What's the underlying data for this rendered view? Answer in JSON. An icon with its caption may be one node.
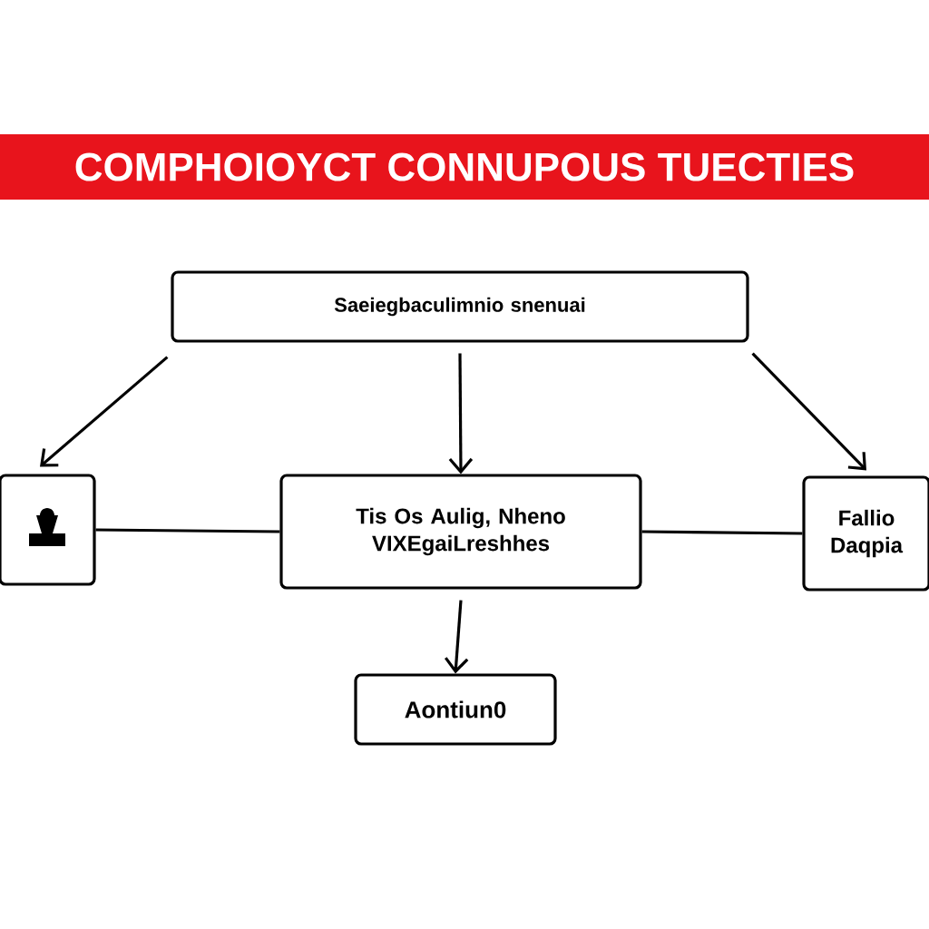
{
  "diagram": {
    "title": "COMPHOIOYCT CONNUPOUS TUECTIES",
    "nodes": [
      {
        "text": [
          "Saeiegbaculimnio snenuai"
        ]
      },
      {
        "text": [],
        "shape": "box"
      },
      {
        "text": [
          "Tis Os Aulig, Nheno VIXEgaiLreshhes"
        ]
      },
      {
        "text": [
          "Fallio Daqpia"
        ]
      },
      {
        "text": [
          "Aontiun0"
        ]
      }
    ],
    "edges": [
      {
        "from": 0,
        "to": 1,
        "arrow": "to"
      },
      {
        "from": 0,
        "to": 2,
        "arrow": "to"
      },
      {
        "from": 0,
        "to": 3,
        "arrow": "to"
      },
      {
        "from": 1,
        "to": 2,
        "arrow": "none"
      },
      {
        "from": 2,
        "to": 3,
        "arrow": "none"
      },
      {
        "from": 2,
        "to": 4,
        "arrow": "to"
      }
    ]
  }
}
